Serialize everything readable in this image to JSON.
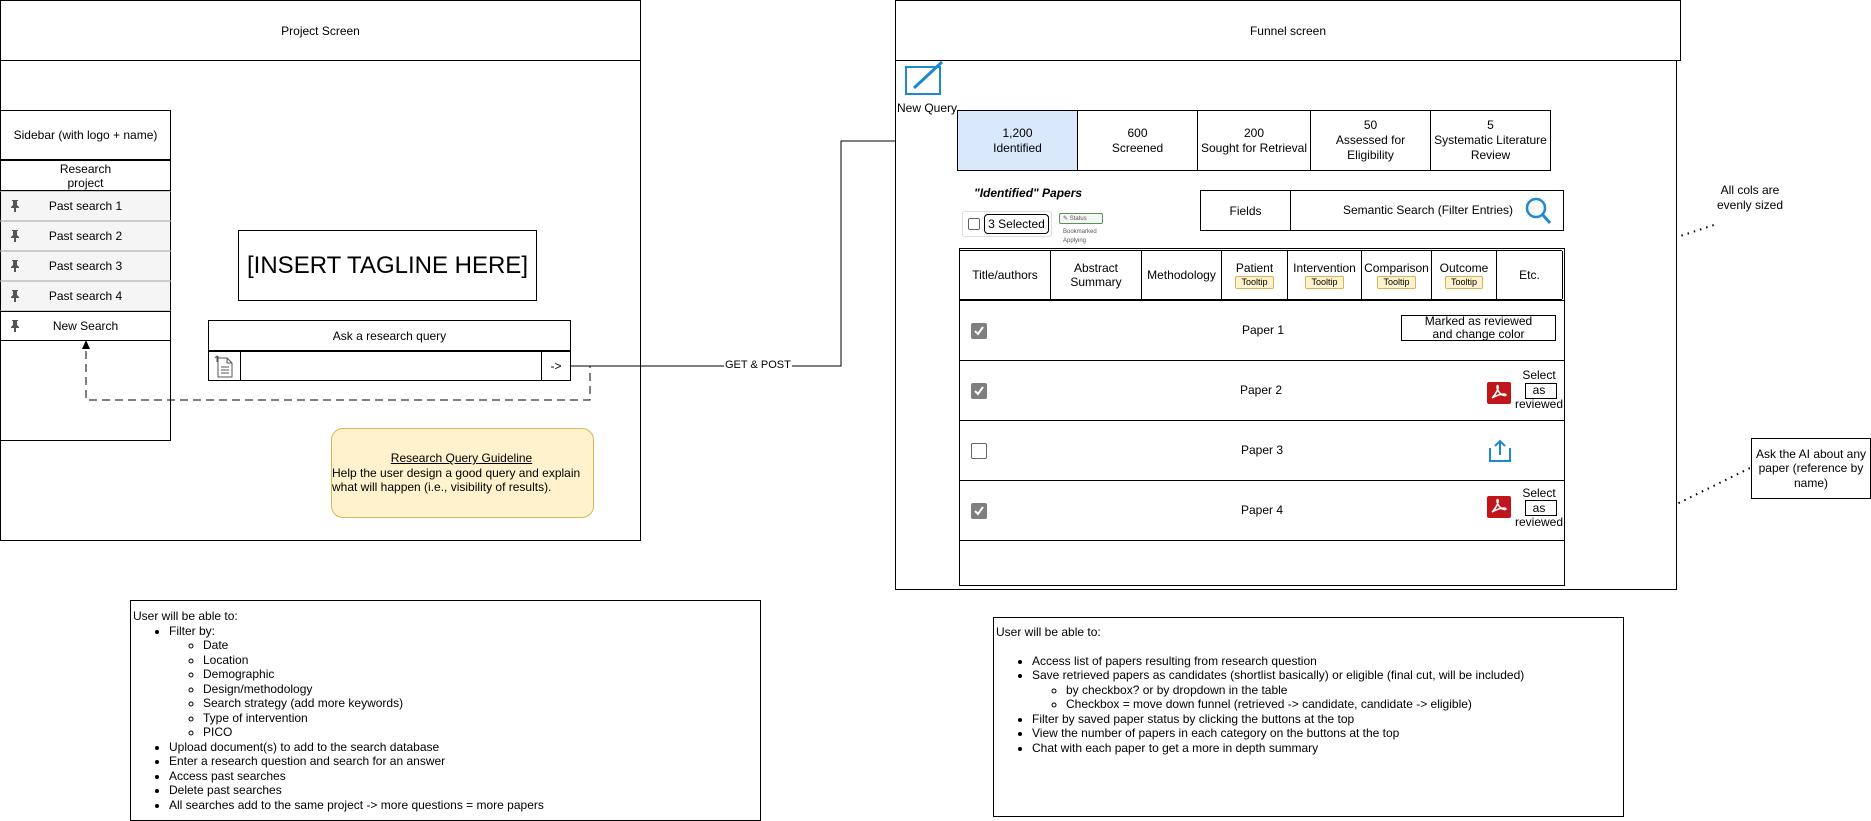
{
  "project_screen": {
    "title": "Project Screen",
    "sidebar_title": "Sidebar (with logo + name)",
    "research_project": "Research project",
    "past_searches": [
      "Past search 1",
      "Past search 2",
      "Past search 3",
      "Past search 4"
    ],
    "new_search": "New Search",
    "tagline": "[INSERT TAGLINE HERE]",
    "query_label": "Ask a research query",
    "query_value": "",
    "submit_label": "->",
    "guideline_title": "Research Query Guideline",
    "guideline_text": "Help the user design a good query and explain what will happen (i.e., visibility of results)."
  },
  "connector_label": "GET & POST",
  "funnel_screen": {
    "title": "Funnel screen",
    "new_query": "New Query",
    "funnel_steps": [
      {
        "count": "1,200",
        "label": "Identified"
      },
      {
        "count": "600",
        "label": "Screened"
      },
      {
        "count": "200",
        "label": "Sought for Retrieval"
      },
      {
        "count": "50",
        "label": "Assessed for Eligibility"
      },
      {
        "count": "5",
        "label": "Systematic Literature Review"
      }
    ],
    "papers_heading": "\"Identified\" Papers",
    "selected_label": "3 Selected",
    "status_menu": [
      "Status",
      "Bookmarked",
      "Applying"
    ],
    "fields_label": "Fields",
    "semantic_search_label": "Semantic Search (Filter Entries)",
    "columns": [
      {
        "label": "Title/authors",
        "tooltip": ""
      },
      {
        "label": "Abstract Summary",
        "tooltip": ""
      },
      {
        "label": "Methodology",
        "tooltip": ""
      },
      {
        "label": "Patient",
        "tooltip": "Tooltip"
      },
      {
        "label": "Intervention",
        "tooltip": "Tooltip"
      },
      {
        "label": "Comparison",
        "tooltip": "Tooltip"
      },
      {
        "label": "Outcome",
        "tooltip": "Tooltip"
      },
      {
        "label": "Etc.",
        "tooltip": ""
      }
    ],
    "papers": [
      {
        "name": "Paper 1",
        "checked": true,
        "action": "Marked as reviewed and change color"
      },
      {
        "name": "Paper 2",
        "checked": true,
        "action": "Select as reviewed"
      },
      {
        "name": "Paper 3",
        "checked": false,
        "action": ""
      },
      {
        "name": "Paper 4",
        "checked": true,
        "action": "Select as reviewed"
      }
    ]
  },
  "annotations": {
    "cols_note": "All cols are evenly sized",
    "ai_note": "Ask the AI about any paper (reference by name)"
  },
  "left_notes": {
    "intro": "User will be able to:",
    "filter_by": "Filter by:",
    "filters": [
      "Date",
      "Location",
      "Demographic",
      "Design/methodology",
      "Search strategy (add more keywords)",
      "Type of intervention",
      "PICO"
    ],
    "items": [
      "Upload document(s) to add to the search database",
      "Enter a research question and search for an answer",
      "Access past searches",
      "Delete past searches",
      "All searches add to the same project -> more questions = more papers"
    ]
  },
  "right_notes": {
    "intro": "User will be able to:",
    "item1": "Access list of papers resulting from research question",
    "item2": "Save retrieved papers as candidates (shortlist basically) or eligible (final cut, will be included)",
    "sub_items": [
      "by checkbox? or by dropdown in the table",
      "Checkbox = move down funnel (retrieved -> candidate, candidate -> eligible)"
    ],
    "items_rest": [
      "Filter by saved paper status by clicking the buttons at the top",
      "View the number of papers in each category on the buttons at the top",
      "Chat with each paper to get a more in depth summary"
    ]
  },
  "colors": {
    "selected_step": "#dae8fc",
    "guideline_fill": "#fff2cc",
    "guideline_border": "#d6b656",
    "icon_blue": "#1e88d0",
    "pdf_red": "#c0161b"
  }
}
